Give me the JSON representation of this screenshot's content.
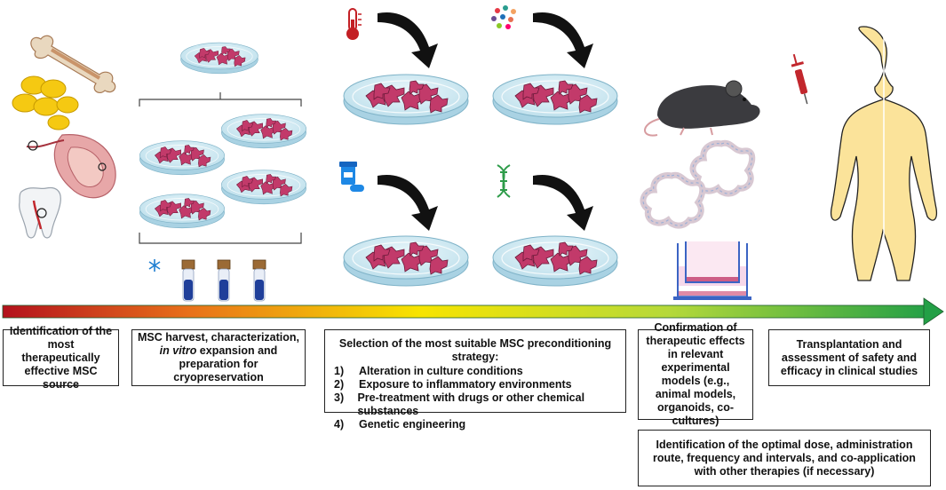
{
  "steps": [
    {
      "text": "Identification of the most therapeutically effective MSC source"
    },
    {
      "text_before": "MSC harvest, characterization, ",
      "text_italic": "in vitro",
      "text_after": " expansion and preparation for cryopreservation"
    },
    {
      "heading": "Selection of the most suitable MSC preconditioning strategy:",
      "items": [
        {
          "num": "1)",
          "text": "Alteration in culture conditions"
        },
        {
          "num": "2)",
          "text": "Exposure to inflammatory environments"
        },
        {
          "num": "3)",
          "text": "Pre-treatment with drugs or other chemical substances"
        },
        {
          "num": "4)",
          "text": "Genetic engineering"
        }
      ]
    },
    {
      "text": "Confirmation of therapeutic effects in relevant experimental models (e.g., animal models, organoids, co-cultures)"
    },
    {
      "text": "Transplantation and assessment of safety and efficacy in clinical studies"
    }
  ],
  "dose_box": {
    "text": "Identification of the optimal dose, administration route, frequency and intervals, and co-application with other therapies (if necessary)"
  },
  "icons": [
    "bone-icon",
    "fat-cells-icon",
    "umbilical-cord-icon",
    "tooth-icon",
    "petri-dish-icon",
    "snowflake-icon",
    "cryovial-icon",
    "thermometer-icon",
    "cytokines-icon",
    "drug-icon",
    "dna-icon",
    "mouse-icon",
    "organoid-icon",
    "transwell-icon",
    "human-body-icon",
    "syringe-icon",
    "arrow-icon"
  ],
  "colors": {
    "arrow_start": "#c0141c",
    "arrow_mid": "#f5e600",
    "arrow_end": "#2aa84a",
    "cell": "#c23a6a",
    "dish": "#cfe8f2",
    "body": "#fbe39a"
  }
}
